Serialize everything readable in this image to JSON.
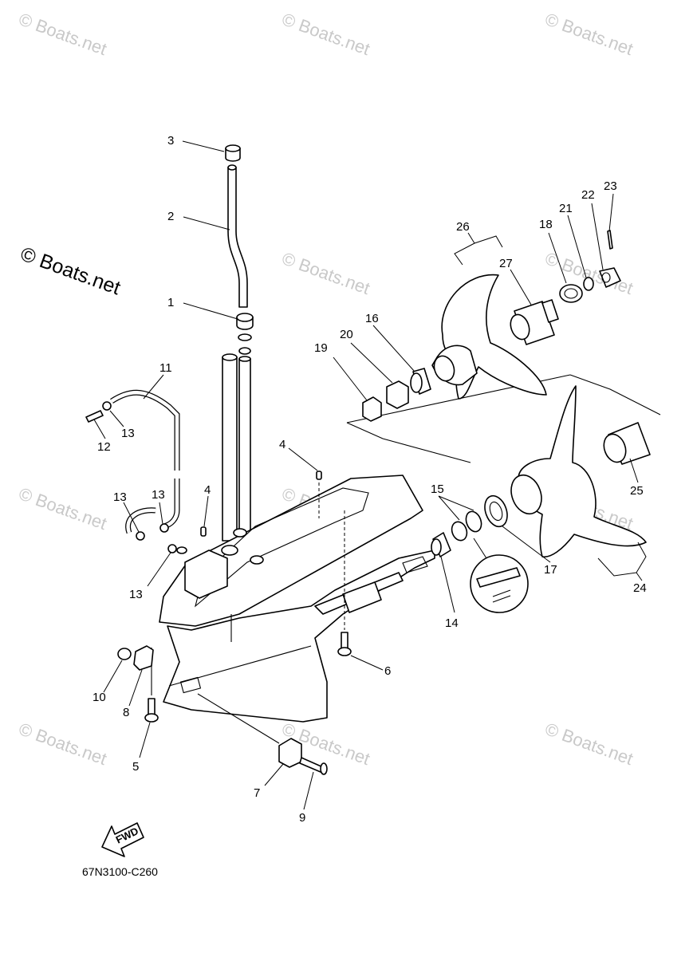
{
  "diagram": {
    "copyright": "© Boats.net",
    "watermark": "© Boats.net",
    "diagram_code": "67N3100-C260",
    "fwd_label": "FWD",
    "callouts": [
      "1",
      "2",
      "3",
      "4",
      "5",
      "6",
      "7",
      "8",
      "9",
      "10",
      "11",
      "12",
      "13",
      "14",
      "15",
      "16",
      "17",
      "18",
      "19",
      "20",
      "21",
      "22",
      "23",
      "24",
      "25",
      "26",
      "27"
    ],
    "extra_labels": {
      "4b": "4",
      "13b": "13",
      "13c": "13",
      "13d": "13"
    }
  }
}
